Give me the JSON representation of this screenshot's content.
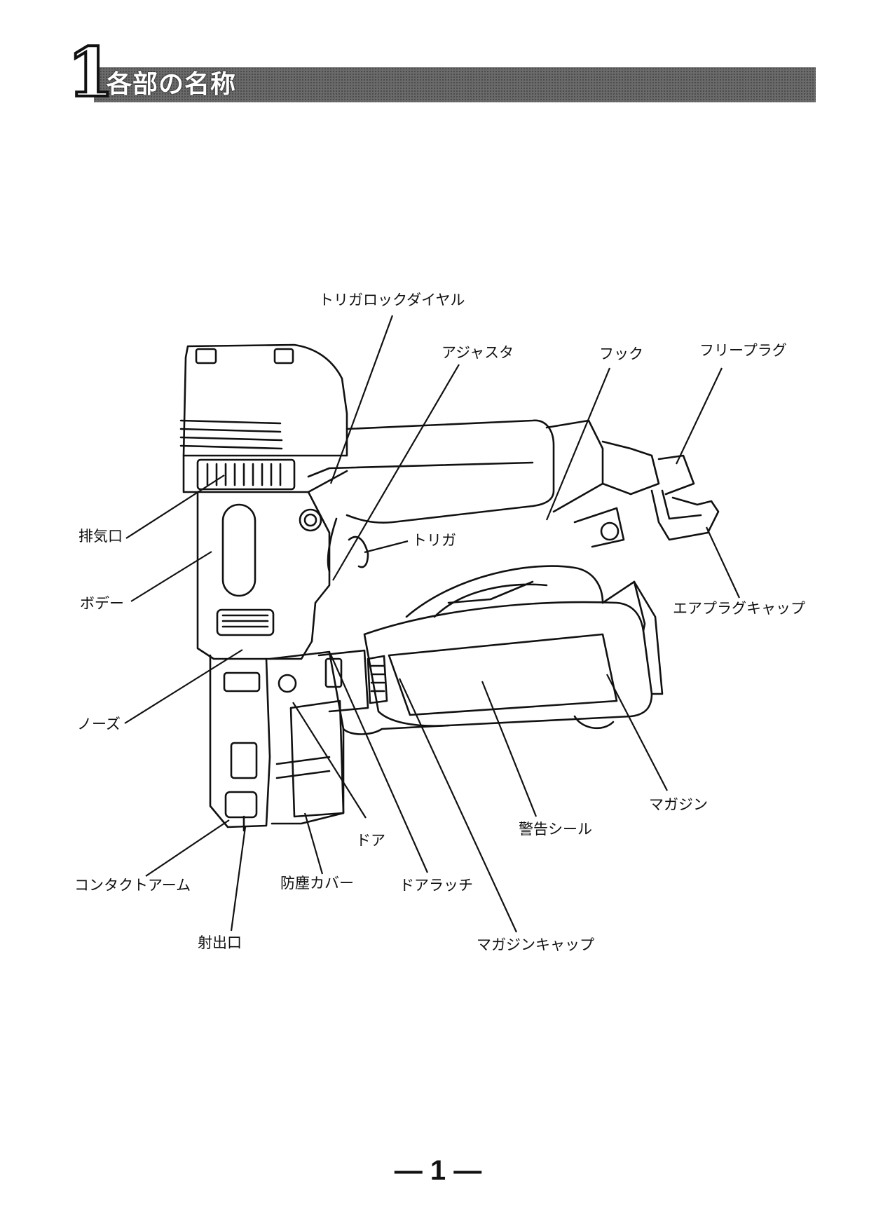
{
  "header": {
    "number": "1",
    "title": "各部の名称"
  },
  "labels": {
    "trigger_lock_dial": "トリガロックダイヤル",
    "adjuster": "アジャスタ",
    "hook": "フック",
    "free_plug": "フリープラグ",
    "exhaust": "排気口",
    "trigger": "トリガ",
    "body": "ボデー",
    "air_plug_cap": "エアプラグキャップ",
    "nose": "ノーズ",
    "magazine": "マガジン",
    "warning_seal": "警告シール",
    "door": "ドア",
    "contact_arm": "コンタクトアーム",
    "dust_cover": "防塵カバー",
    "door_latch": "ドアラッチ",
    "muzzle": "射出口",
    "magazine_cap": "マガジンキャップ"
  },
  "footer": {
    "page": "— 1 —"
  }
}
